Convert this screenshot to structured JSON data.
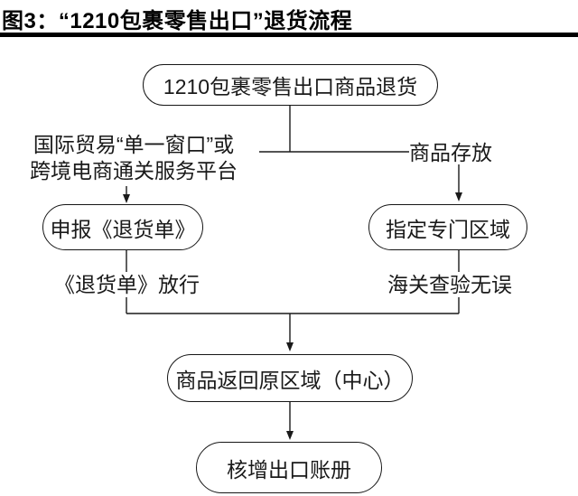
{
  "title": "图3：“1210包裹零售出口”退货流程",
  "colors": {
    "title_text": "#000000",
    "title_bar": "#000000",
    "node_border": "#161616",
    "line": "#1a1a1a",
    "text": "#1a1a1a",
    "background": "#ffffff"
  },
  "nodes": {
    "start": "1210包裹零售出口商品退货",
    "declare": "申报《退货单》",
    "area": "指定专门区域",
    "return": "商品返回原区域（中心）",
    "ledger": "核增出口账册"
  },
  "edge_labels": {
    "channel_line1": "国际贸易“单一窗口”或",
    "channel_line2": "跨境电商通关服务平台",
    "storage": "商品存放",
    "release": "《退货单》放行",
    "inspection": "海关查验无误"
  }
}
